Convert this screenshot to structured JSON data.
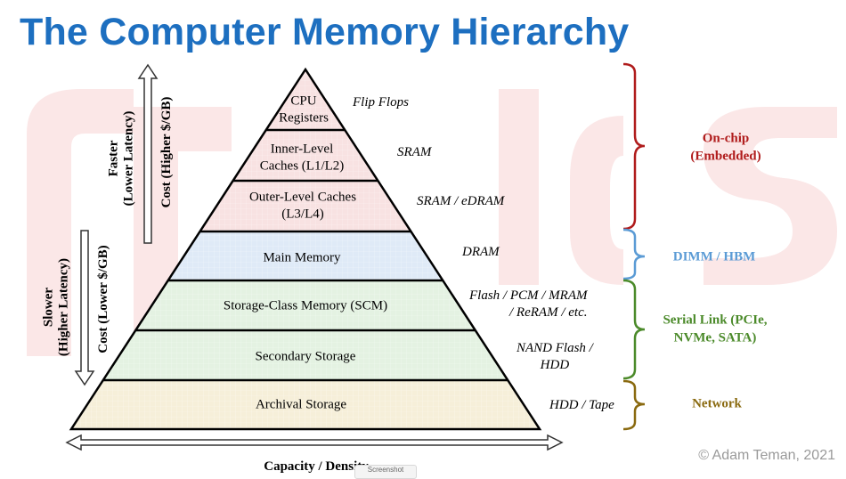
{
  "title": "The Computer Memory Hierarchy",
  "axes": {
    "faster": [
      "Faster",
      "(Lower Latency)"
    ],
    "cost_high": "Cost (Higher $/GB)",
    "slower": [
      "Slower",
      "(Higher Latency)"
    ],
    "cost_low": "Cost (Lower $/GB)",
    "capacity": "Capacity / Density"
  },
  "levels": [
    {
      "lines": [
        "CPU",
        "Registers"
      ],
      "tech": [
        "Flip Flops"
      ],
      "color": "#f8e2e2"
    },
    {
      "lines": [
        "Inner-Level",
        "Caches (L1/L2)"
      ],
      "tech": [
        "SRAM"
      ],
      "color": "#f8e2e2"
    },
    {
      "lines": [
        "Outer-Level Caches",
        "(L3/L4)"
      ],
      "tech": [
        "SRAM / eDRAM"
      ],
      "color": "#f8e2e2"
    },
    {
      "lines": [
        "Main Memory"
      ],
      "tech": [
        "DRAM"
      ],
      "color": "#dfeaf7"
    },
    {
      "lines": [
        "Storage-Class Memory (SCM)"
      ],
      "tech": [
        "Flash / PCM / MRAM",
        "/ ReRAM / etc."
      ],
      "color": "#e4f2e2"
    },
    {
      "lines": [
        "Secondary Storage"
      ],
      "tech": [
        "NAND Flash /",
        "HDD"
      ],
      "color": "#e4f2e2"
    },
    {
      "lines": [
        "Archival Storage"
      ],
      "tech": [
        "HDD / Tape"
      ],
      "color": "#f6efd9"
    }
  ],
  "interfaces": [
    {
      "lines": [
        "On-chip",
        "(Embedded)"
      ],
      "color": "#b01c1c"
    },
    {
      "lines": [
        "DIMM / HBM"
      ],
      "color": "#5b9bd5"
    },
    {
      "lines": [
        "Serial Link (PCIe,",
        "NVMe, SATA)"
      ],
      "color": "#4b8a2a"
    },
    {
      "lines": [
        "Network"
      ],
      "color": "#8a6a10"
    }
  ],
  "copyright": "© Adam Teman, 2021",
  "tooltip": "Screenshot"
}
